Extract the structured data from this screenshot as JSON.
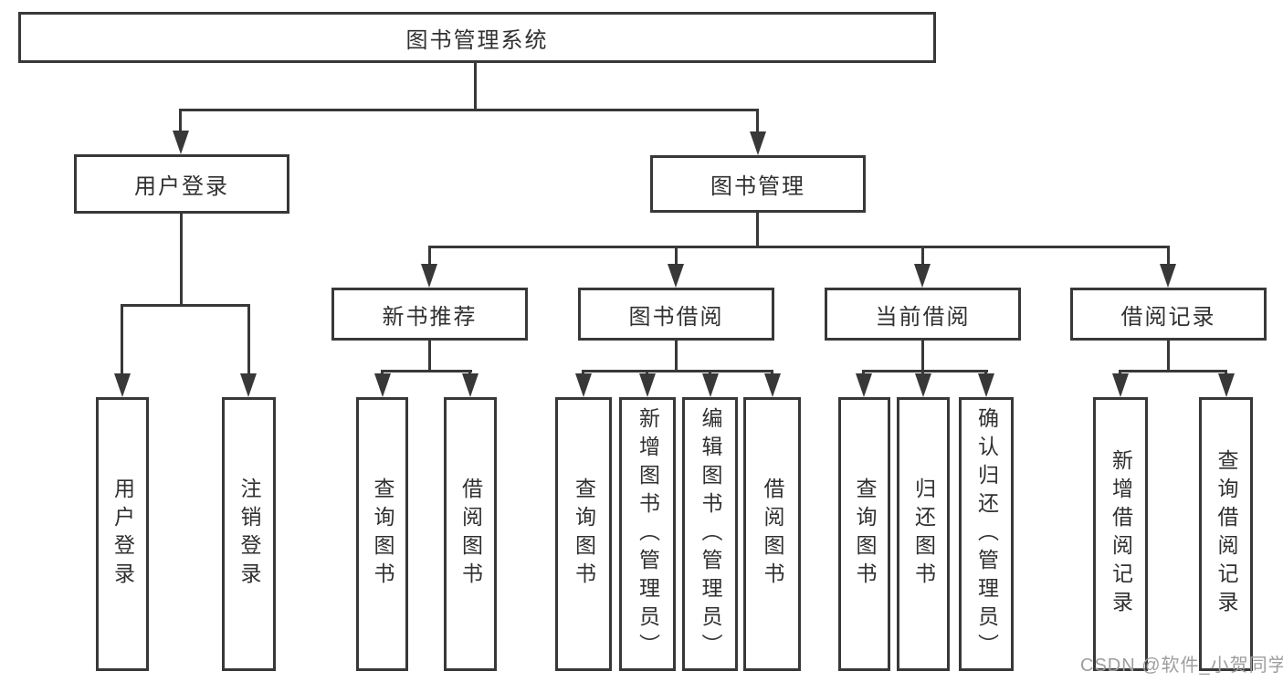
{
  "tree": {
    "label": "图书管理系统",
    "children": [
      {
        "label": "用户登录",
        "children": [
          {
            "label": "用户登录"
          },
          {
            "label": "注销登录"
          }
        ]
      },
      {
        "label": "图书管理",
        "children": [
          {
            "label": "新书推荐",
            "children": [
              {
                "label": "查询图书"
              },
              {
                "label": "借阅图书"
              }
            ]
          },
          {
            "label": "图书借阅",
            "children": [
              {
                "label": "查询图书"
              },
              {
                "label": "新增图书（管理员）"
              },
              {
                "label": "编辑图书（管理员）"
              },
              {
                "label": "借阅图书"
              }
            ]
          },
          {
            "label": "当前借阅",
            "children": [
              {
                "label": "查询图书"
              },
              {
                "label": "归还图书"
              },
              {
                "label": "确认归还（管理员）"
              }
            ]
          },
          {
            "label": "借阅记录",
            "children": [
              {
                "label": "新增借阅记录"
              },
              {
                "label": "查询借阅记录"
              }
            ]
          }
        ]
      }
    ]
  },
  "watermark": {
    "text": "CSDN @软件_小贺同学"
  },
  "colors": {
    "line": "#383838",
    "text": "#303030",
    "watermark_text": "#9e9e9e",
    "background": "#ffffff"
  }
}
